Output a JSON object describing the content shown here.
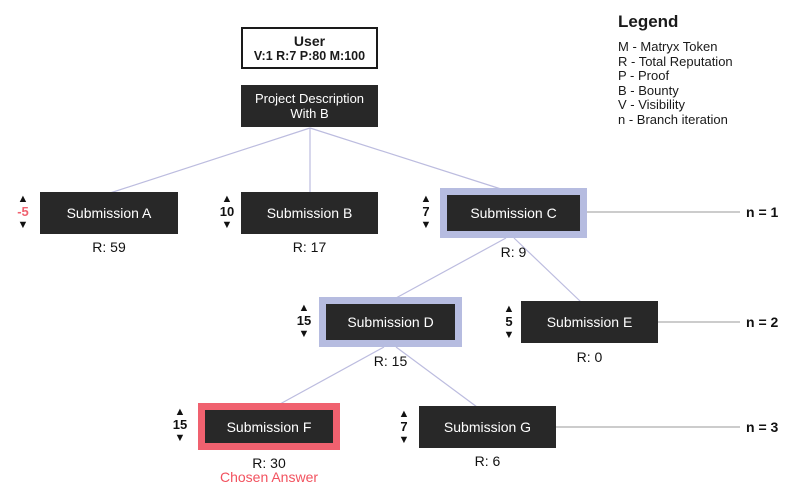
{
  "user_box": {
    "title": "User",
    "stats": "V:1 R:7 P:80 M:100"
  },
  "project_box": {
    "line1": "Project Description",
    "line2": "With B"
  },
  "legend": {
    "title": "Legend",
    "items": [
      "M - Matryx Token",
      "R - Total Reputation",
      "P - Proof",
      "B - Bounty",
      "V - Visibility",
      "n - Branch iteration"
    ]
  },
  "branch_labels": [
    "n = 1",
    "n = 2",
    "n = 3"
  ],
  "nodes": {
    "a": {
      "label": "Submission A",
      "votes": "-5",
      "reputation": "R: 59"
    },
    "b": {
      "label": "Submission B",
      "votes": "10",
      "reputation": "R: 17"
    },
    "c": {
      "label": "Submission C",
      "votes": "7",
      "reputation": "R: 9",
      "highlight": "lavender"
    },
    "d": {
      "label": "Submission D",
      "votes": "15",
      "reputation": "R: 15",
      "highlight": "lavender"
    },
    "e": {
      "label": "Submission E",
      "votes": "5",
      "reputation": "R: 0"
    },
    "f": {
      "label": "Submission F",
      "votes": "15",
      "reputation": "R: 30",
      "highlight": "red",
      "note": "Chosen Answer"
    },
    "g": {
      "label": "Submission G",
      "votes": "7",
      "reputation": "R: 6"
    }
  },
  "icons": {
    "upvote": "▲",
    "downvote": "▼"
  },
  "colors": {
    "box_dark": "#282828",
    "highlight_lavender": "#b6bce0",
    "highlight_red": "#f0616f",
    "chosen_answer_text": "#f2525f",
    "tree_edge": "#bcbcdf",
    "branch_line": "#9a9a9a",
    "negative_vote": "#f0616f"
  }
}
